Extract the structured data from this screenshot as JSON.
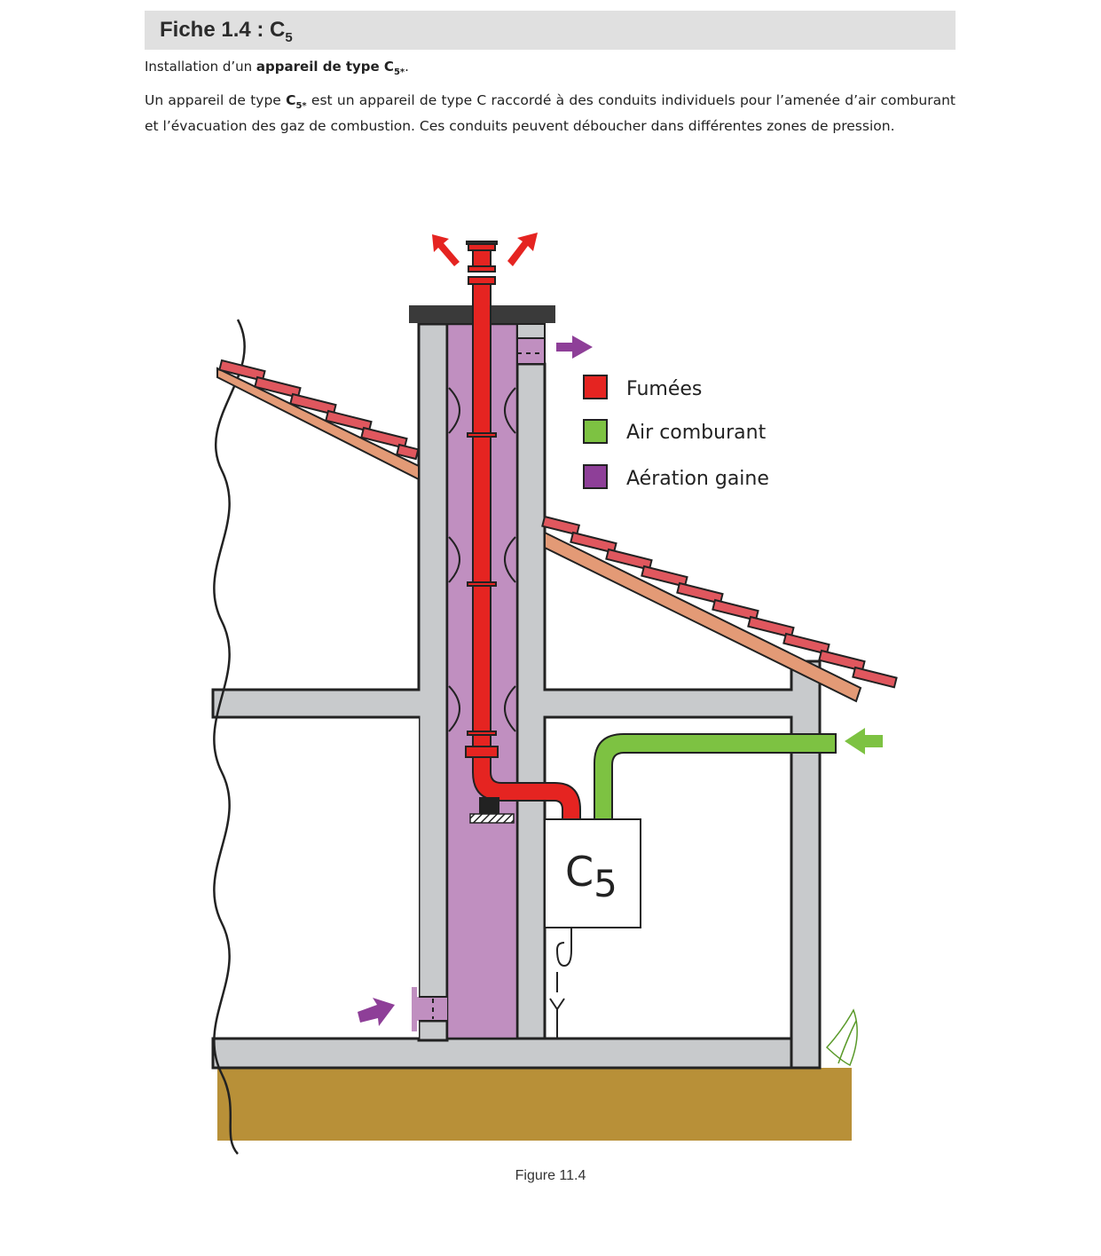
{
  "header": {
    "title_prefix": "Fiche 1.4 : C",
    "title_sub": "5"
  },
  "intro": {
    "prefix": "Installation d’un ",
    "bold": "appareil de type C",
    "bold_sub": "5*",
    "suffix": "."
  },
  "paragraph": {
    "part1": "Un appareil de type ",
    "bold": "C",
    "bold_sub": "5*",
    "part2": " est un appareil de type C raccordé à des conduits individuels pour l’amenée d’air comburant et l’évacuation des gaz de combustion. Ces conduits peuvent déboucher dans différentes zones de pression."
  },
  "figure": {
    "legend": [
      {
        "label": "Fumées",
        "color": "#e52421"
      },
      {
        "label": "Air comburant",
        "color": "#7dc242"
      },
      {
        "label": "Aération gaine",
        "color": "#8e3f98"
      }
    ],
    "appliance_label": "C",
    "appliance_sub": "5",
    "caption": "Figure 11.4"
  }
}
